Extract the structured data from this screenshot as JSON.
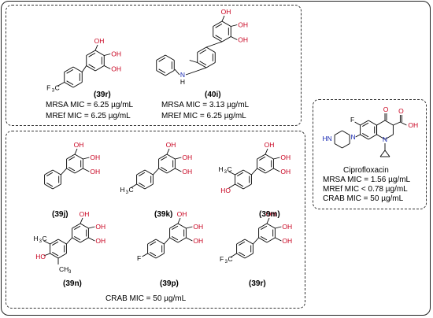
{
  "top_panel": {
    "compound_a": {
      "label": "(39r)",
      "mrsa": "MRSA MIC = 6.25 µg/mL",
      "mref": "MREf  MIC = 6.25 µg/mL"
    },
    "compound_b": {
      "label": "(40i)",
      "mrsa": "MRSA MIC = 3.13 µg/mL",
      "mref": "MREf  MIC = 6.25 µg/mL"
    }
  },
  "bottom_panel": {
    "compounds": [
      {
        "label": "(39j)"
      },
      {
        "label": "(39k)"
      },
      {
        "label": "(39m)"
      },
      {
        "label": "(39n)"
      },
      {
        "label": "(39p)"
      },
      {
        "label": "(39r)"
      }
    ],
    "crab": "CRAB MIC = 50 µg/mL"
  },
  "reference": {
    "name": "Ciprofloxacin",
    "mrsa": "MRSA MIC = 1.56 µg/mL",
    "mref": "MREf  MIC < 0.78 µg/mL",
    "crab": "CRAB MIC = 50 µg/mL"
  },
  "atoms": {
    "oh": "OH",
    "ho": "HO",
    "f": "F",
    "o": "O",
    "n": "N",
    "h": "H",
    "hn": "HN",
    "cf3_main": "F",
    "cf3_mid": "3",
    "cf3_c": "C",
    "ch3_c": "CH",
    "ch3_3": "3",
    "h3c_h": "H",
    "h3c_3": "3",
    "h3c_c": "C"
  },
  "colors": {
    "frame": "#222222",
    "oxygen": "#c8001e",
    "nitrogen": "#1a2bb3",
    "bond": "#000000"
  }
}
